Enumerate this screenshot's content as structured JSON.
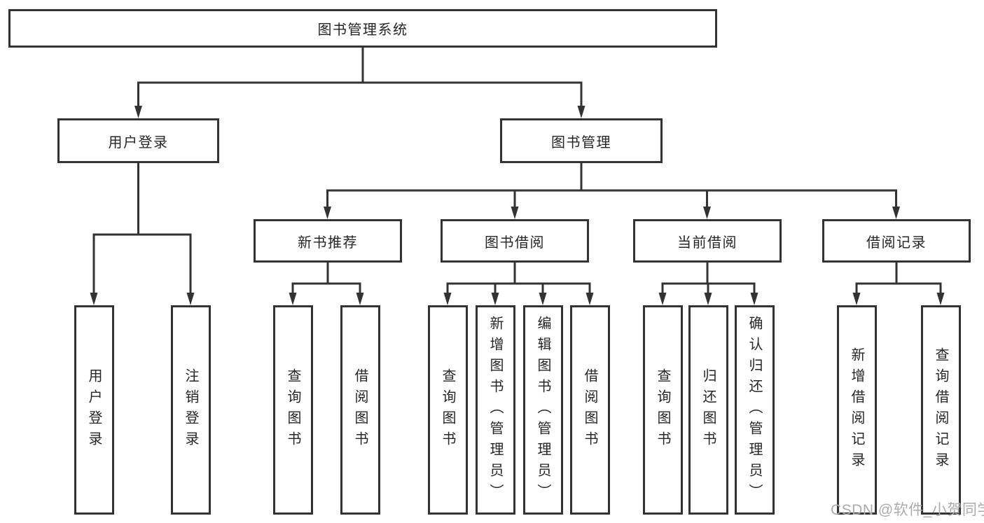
{
  "diagram": {
    "root": {
      "label": "图书管理系统"
    },
    "branches": [
      {
        "label": "用户登录",
        "children": [
          {
            "label": "用户登录"
          },
          {
            "label": "注销登录"
          }
        ]
      },
      {
        "label": "图书管理",
        "sections": [
          {
            "label": "新书推荐",
            "children": [
              {
                "label": "查询图书"
              },
              {
                "label": "借阅图书"
              }
            ]
          },
          {
            "label": "图书借阅",
            "children": [
              {
                "label": "查询图书"
              },
              {
                "label": "新增图书（管理员）"
              },
              {
                "label": "编辑图书（管理员）"
              },
              {
                "label": "借阅图书"
              }
            ]
          },
          {
            "label": "当前借阅",
            "children": [
              {
                "label": "查询图书"
              },
              {
                "label": "归还图书"
              },
              {
                "label": "确认归还（管理员）"
              }
            ]
          },
          {
            "label": "借阅记录",
            "children": [
              {
                "label": "新增借阅记录"
              },
              {
                "label": "查询借阅记录"
              }
            ]
          }
        ]
      }
    ]
  },
  "watermark": {
    "text": "CSDN @软件_小贺同学"
  },
  "colors": {
    "line": "#333333",
    "text": "#262626",
    "watermark": "#ababab",
    "background": "#ffffff"
  }
}
